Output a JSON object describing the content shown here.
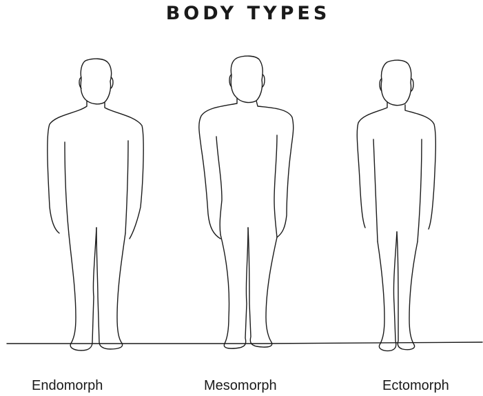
{
  "title": "BODY TYPES",
  "figures": [
    {
      "id": "endomorph",
      "label": "Endomorph"
    },
    {
      "id": "mesomorph",
      "label": "Mesomorph"
    },
    {
      "id": "ectomorph",
      "label": "Ectomorph"
    }
  ],
  "colors": {
    "line": "#1a1a1a",
    "background": "#ffffff"
  }
}
